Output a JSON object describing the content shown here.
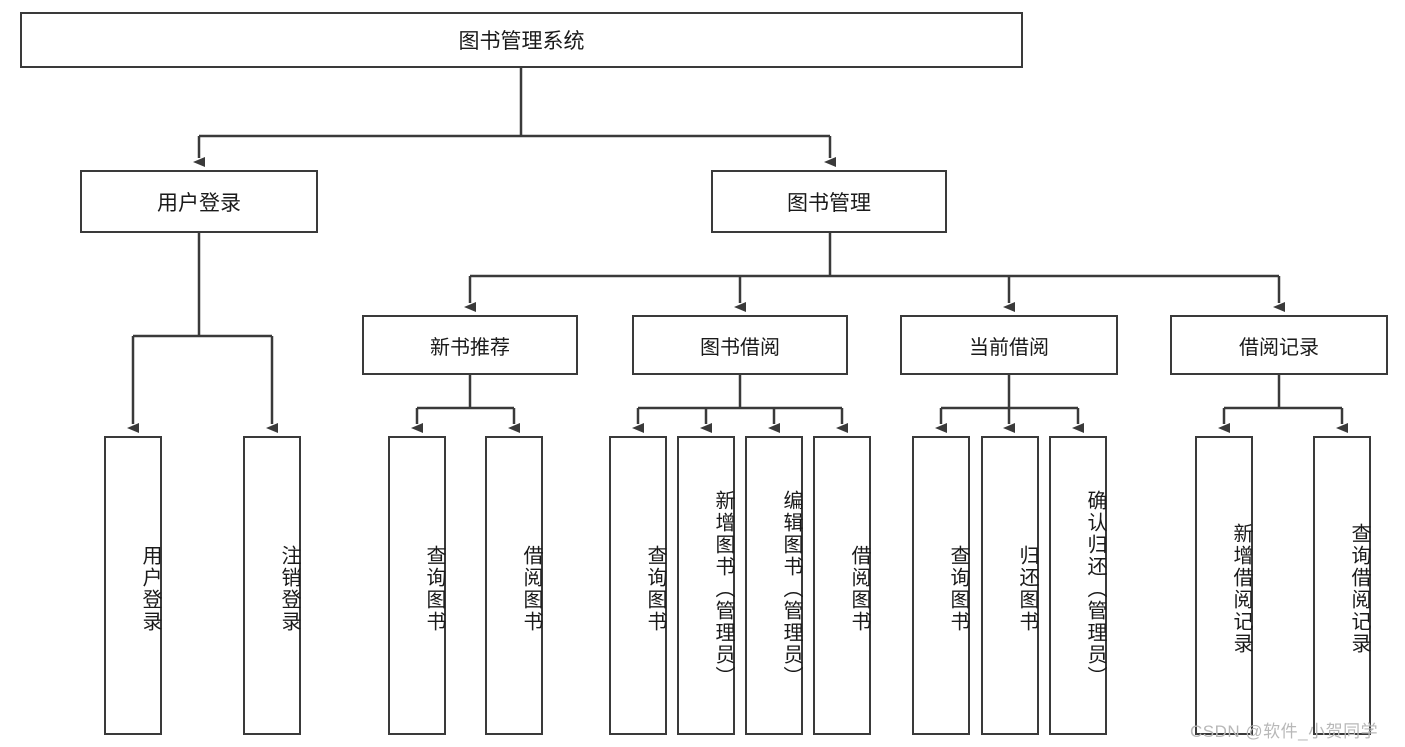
{
  "diagram": {
    "type": "tree-hierarchy",
    "title": "图书管理系统",
    "root": {
      "label": "图书管理系统"
    },
    "level1": [
      {
        "label": "用户登录"
      },
      {
        "label": "图书管理"
      }
    ],
    "level2": [
      {
        "label": "新书推荐"
      },
      {
        "label": "图书借阅"
      },
      {
        "label": "当前借阅"
      },
      {
        "label": "借阅记录"
      }
    ],
    "leaves": {
      "user_login": [
        {
          "label": "用户登录"
        },
        {
          "label": "注销登录"
        }
      ],
      "new_book_recommend": [
        {
          "label": "查询图书"
        },
        {
          "label": "借阅图书"
        }
      ],
      "book_borrow": [
        {
          "label": "查询图书"
        },
        {
          "label": "新增图书（管理员）"
        },
        {
          "label": "编辑图书（管理员）"
        },
        {
          "label": "借阅图书"
        }
      ],
      "current_borrow": [
        {
          "label": "查询图书"
        },
        {
          "label": "归还图书"
        },
        {
          "label": "确认归还（管理员）"
        }
      ],
      "borrow_record": [
        {
          "label": "新增借阅记录"
        },
        {
          "label": "查询借阅记录"
        }
      ]
    },
    "colors": {
      "stroke": "#3a3a3a",
      "fill": "#ffffff",
      "text": "#1a1a1a",
      "watermark": "#b8b8b8"
    }
  },
  "watermark": {
    "text": "CSDN @软件_小贺同学"
  }
}
